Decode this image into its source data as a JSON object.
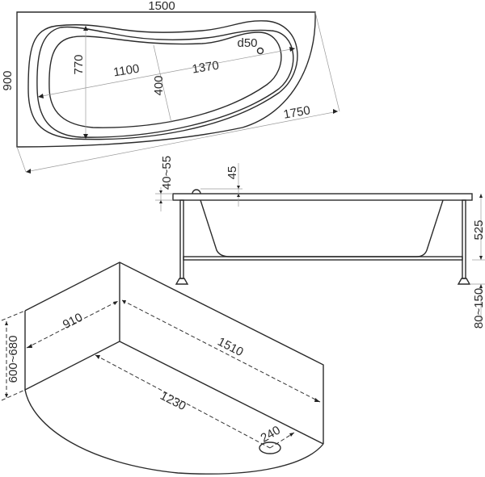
{
  "top_view": {
    "width": "1500",
    "depth": "900",
    "inner_depth": "770",
    "inner_length_left": "1100",
    "inner_length_total": "1370",
    "basin_width": "400",
    "drain": "d50",
    "diagonal": "1750"
  },
  "side_view": {
    "rim_thickness": "40~55",
    "rim_step": "45",
    "height": "525",
    "leg_height": "80~150"
  },
  "panel_view": {
    "short_side": "910",
    "long_side": "1510",
    "panel_height": "600~680",
    "drain_distance": "1230",
    "drain_offset": "240"
  },
  "colors": {
    "line": "#2b2b2b",
    "background": "#ffffff"
  }
}
